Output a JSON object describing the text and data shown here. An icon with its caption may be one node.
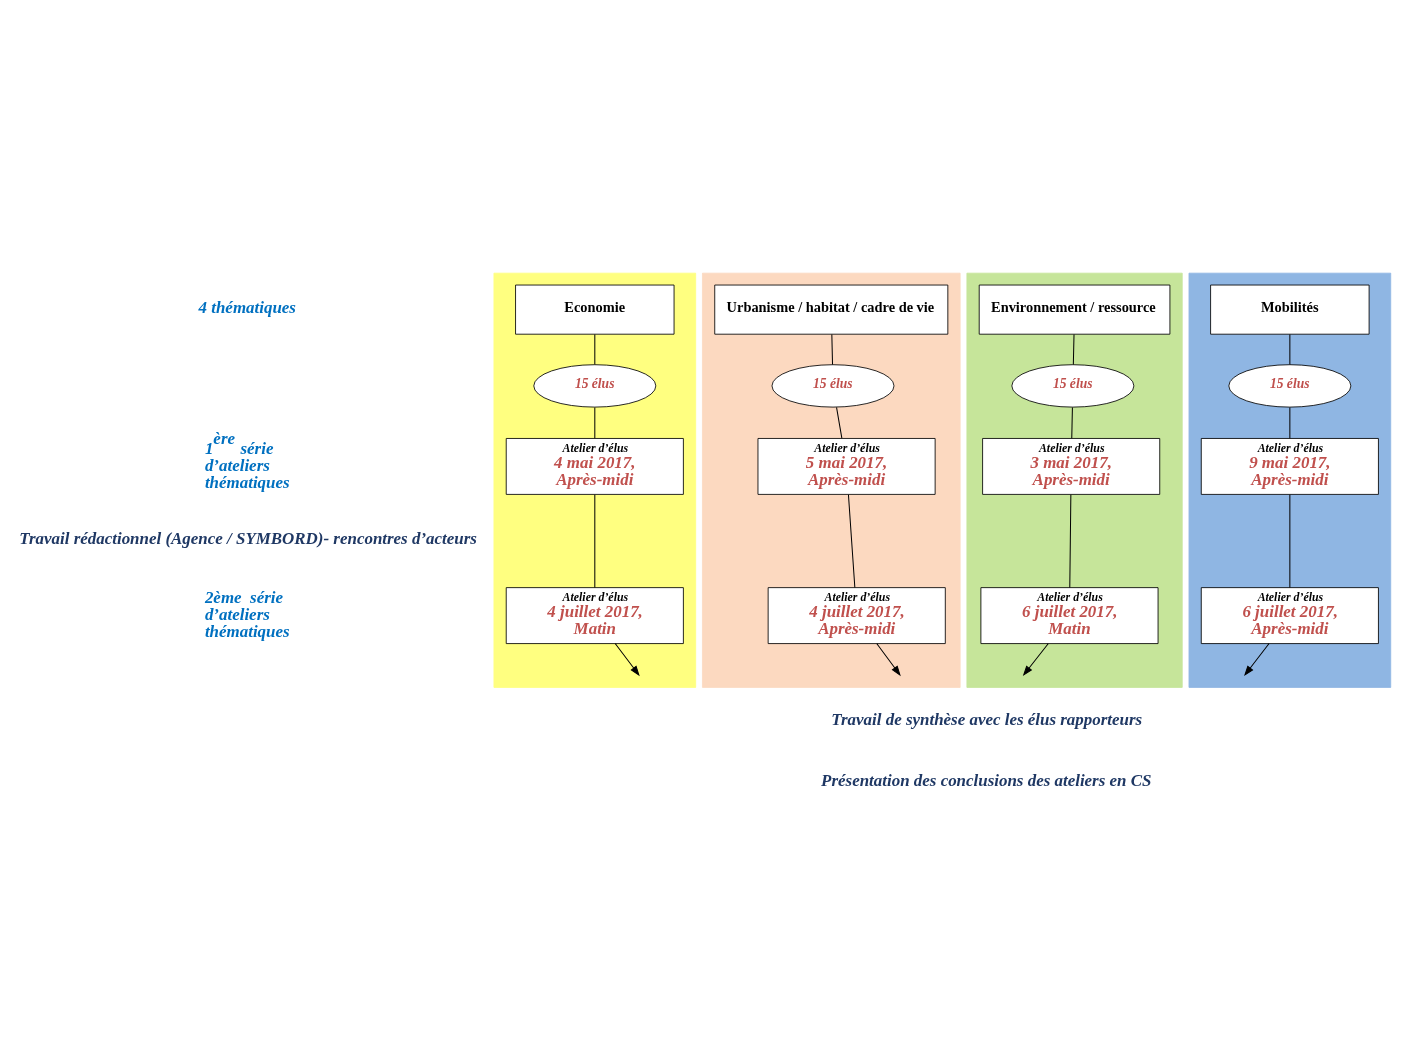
{
  "diagram": {
    "nodes": [
      {
        "text": [],
        "shape": "band"
      },
      {
        "text": [
          "Economie"
        ],
        "in": 0
      },
      {
        "text": [
          "15 élus"
        ],
        "in": 0
      },
      {
        "text": [
          "Atelier d’élus",
          "4 mai 2017, Après-midi"
        ],
        "in": 0
      },
      {
        "text": [
          "Atelier d’élus",
          "4 juillet 2017, Matin"
        ],
        "in": 0
      },
      {
        "text": [],
        "shape": "band"
      },
      {
        "text": [
          "Urbanisme / habitat / cadre de vie"
        ],
        "in": 5
      },
      {
        "text": [
          "15 élus"
        ],
        "in": 5
      },
      {
        "text": [
          "Atelier d’élus",
          "5 mai 2017, Après-midi"
        ],
        "in": 5
      },
      {
        "text": [
          "Atelier d’élus",
          "4 juillet 2017, Après-midi"
        ],
        "in": 5
      },
      {
        "text": [],
        "shape": "band"
      },
      {
        "text": [
          "Environnement / ressource"
        ],
        "in": 10
      },
      {
        "text": [
          "15 élus"
        ],
        "in": 10
      },
      {
        "text": [
          "Atelier d’élus",
          "3 mai 2017, Après-midi"
        ],
        "in": 10
      },
      {
        "text": [
          "Atelier d’élus",
          "6 juillet 2017, Matin"
        ],
        "in": 10
      },
      {
        "text": [],
        "shape": "band"
      },
      {
        "text": [
          "Mobilités"
        ],
        "in": 15
      },
      {
        "text": [
          "15 élus"
        ],
        "in": 15
      },
      {
        "text": [
          "Atelier d’élus",
          "9 mai 2017, Après-midi"
        ],
        "in": 15
      },
      {
        "text": [
          "Atelier d’élus",
          "6 juillet 2017, Après-midi"
        ],
        "in": 15
      }
    ],
    "edges": [
      {
        "from": 1,
        "to": 2,
        "arrow": "none"
      },
      {
        "from": 2,
        "to": 3,
        "arrow": "none"
      },
      {
        "from": 3,
        "to": 4,
        "arrow": "none"
      },
      {
        "from": 4,
        "to": null,
        "arrow": "to"
      },
      {
        "from": 6,
        "to": 7,
        "arrow": "none"
      },
      {
        "from": 7,
        "to": 8,
        "arrow": "none"
      },
      {
        "from": 8,
        "to": 9,
        "arrow": "none"
      },
      {
        "from": 9,
        "to": null,
        "arrow": "to"
      },
      {
        "from": 11,
        "to": 12,
        "arrow": "none"
      },
      {
        "from": 12,
        "to": 13,
        "arrow": "none"
      },
      {
        "from": 13,
        "to": 14,
        "arrow": "none"
      },
      {
        "from": 14,
        "to": null,
        "arrow": "to"
      },
      {
        "from": 16,
        "to": 17,
        "arrow": "none"
      },
      {
        "from": 17,
        "to": 18,
        "arrow": "none"
      },
      {
        "from": 18,
        "to": 19,
        "arrow": "none"
      },
      {
        "from": 19,
        "to": null,
        "arrow": "to"
      }
    ],
    "labels": [
      "4 thématiques",
      "1$^{ère}$ série d’ateliers thématiques",
      "Travail rédactionnel (Agence / SYMBORD)- rencontres d’acteurs",
      "2ème  série d’ateliers thématiques",
      "Travail de synthèse avec les élus rapporteurs",
      "Présentation des conclusions des ateliers en CS"
    ]
  }
}
